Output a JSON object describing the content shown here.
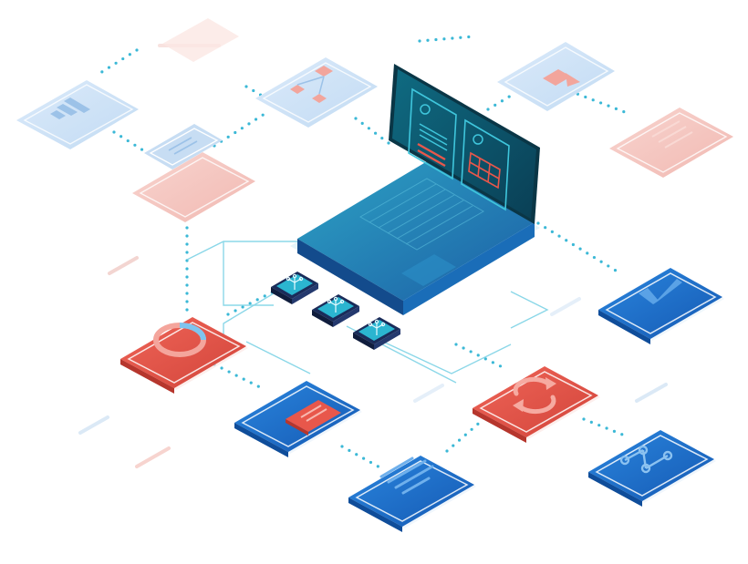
{
  "illustration": {
    "colors": {
      "background": "#ffffff",
      "blue": "#1e74cf",
      "blue_dark": "#145aa8",
      "red": "#e8574b",
      "red_dark": "#c9423a",
      "faded_blue": "#cfe3f6",
      "faded_red": "#f6c9c4",
      "cyan": "#3bb8d6",
      "teal": "#1f8fa3",
      "laptop_screen": "#0c4f63",
      "chip": "#1a2c5a"
    },
    "documents": [
      {
        "id": "bar-chart",
        "icon": "bar-chart-icon",
        "color": "faded_blue"
      },
      {
        "id": "flow",
        "icon": "flowchart-icon",
        "color": "faded_blue"
      },
      {
        "id": "note",
        "icon": "text-doc-icon",
        "color": "faded_blue"
      },
      {
        "id": "red-left",
        "icon": "text-doc-icon",
        "color": "faded_red"
      },
      {
        "id": "export",
        "icon": "arrow-icon",
        "color": "faded_blue"
      },
      {
        "id": "red-right",
        "icon": "text-doc-icon",
        "color": "faded_red"
      },
      {
        "id": "check",
        "icon": "check-icon",
        "color": "blue"
      },
      {
        "id": "pie",
        "icon": "pie-chart-icon",
        "color": "red"
      },
      {
        "id": "card",
        "icon": "card-icon",
        "color": "blue"
      },
      {
        "id": "lines",
        "icon": "lines-icon",
        "color": "blue"
      },
      {
        "id": "sync",
        "icon": "sync-icon",
        "color": "red"
      },
      {
        "id": "share",
        "icon": "share-icon",
        "color": "blue"
      }
    ],
    "chips": [
      {
        "icon": "tree-icon"
      },
      {
        "icon": "tree-icon"
      },
      {
        "icon": "tree-icon"
      }
    ]
  }
}
